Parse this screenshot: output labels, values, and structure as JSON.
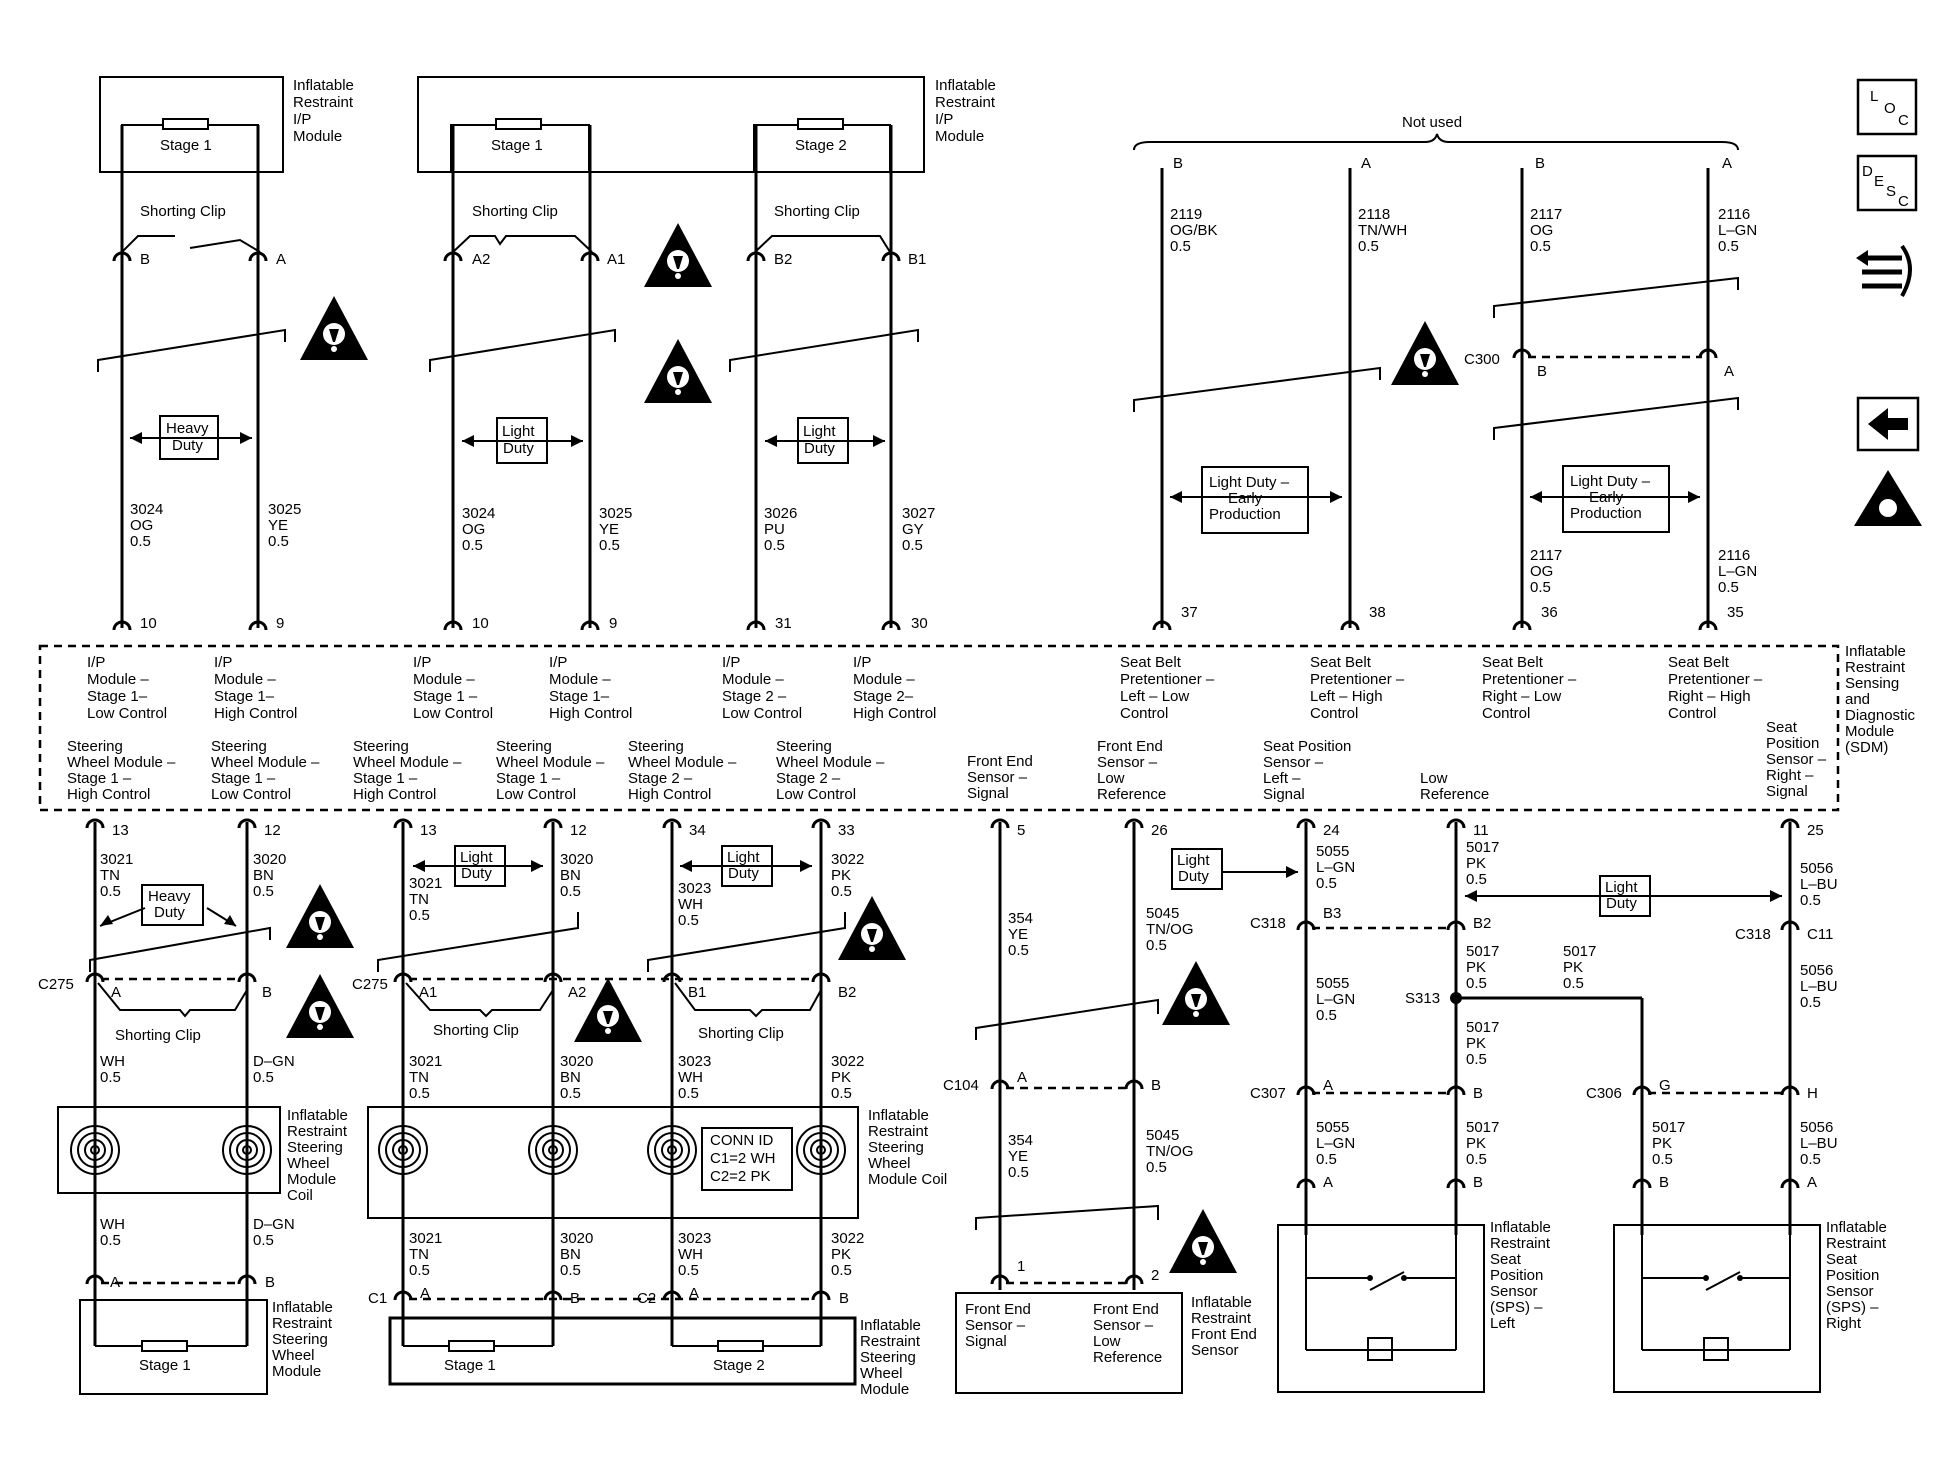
{
  "components": {
    "ip_module": "Inflatable\nRestraint\nI/P\nModule",
    "sdm": "Inflatable\nRestraint\nSensing\nand\nDiagnostic\nModule\n(SDM)",
    "coil": "Inflatable\nRestraint\nSteering\nWheel\nModule\nCoil",
    "coil2": "Inflatable\nRestraint\nSteering\nWheel\nModule Coil",
    "sw_module": "Inflatable\nRestraint\nSteering\nWheel\nModule",
    "front_sensor": "Inflatable\nRestraint\nFront End\nSensor",
    "sps_left": "Inflatable\nRestraint\nSeat\nPosition\nSensor\n(SPS) –\nLeft",
    "sps_right": "Inflatable\nRestraint\nSeat\nPosition\nSensor\n(SPS) –\nRight"
  },
  "labels": {
    "not_used": "Not used",
    "shorting_clip": "Shorting Clip",
    "stage1": "Stage 1",
    "stage2": "Stage 2",
    "heavy_duty": "Heavy\nDuty",
    "light_duty": "Light\nDuty",
    "light_duty_early": "Light Duty –\nEarly\nProduction",
    "conn_id": "CONN ID",
    "conn_c1": "C1=2 WH",
    "conn_c2": "C2=2 PK"
  },
  "sdm_top_pins": [
    {
      "pin": "10",
      "label": "I/P\nModule –\nStage 1–\nLow Control"
    },
    {
      "pin": "9",
      "label": "I/P\nModule –\nStage 1–\nHigh Control"
    },
    {
      "pin": "10",
      "label": "I/P\nModule –\nStage 1 –\nLow Control"
    },
    {
      "pin": "9",
      "label": "I/P\nModule –\nStage 1–\nHigh Control"
    },
    {
      "pin": "31",
      "label": "I/P\nModule –\nStage 2 –\nLow Control"
    },
    {
      "pin": "30",
      "label": "I/P\nModule –\nStage 2–\nHigh Control"
    },
    {
      "pin": "37",
      "label": "Seat Belt\nPretentioner –\nLeft – Low\nControl"
    },
    {
      "pin": "38",
      "label": "Seat Belt\nPretentioner –\nLeft – High\nControl"
    },
    {
      "pin": "36",
      "label": "Seat Belt\nPretentioner –\nRight – Low\nControl"
    },
    {
      "pin": "35",
      "label": "Seat Belt\nPretentioner –\nRight – High\nControl"
    }
  ],
  "sdm_bottom_pins": [
    {
      "pin": "13",
      "label": "Steering\nWheel Module –\nStage 1 –\nHigh Control"
    },
    {
      "pin": "12",
      "label": "Steering\nWheel Module –\nStage 1 –\nLow Control"
    },
    {
      "pin": "13",
      "label": "Steering\nWheel Module –\nStage 1 –\nHigh Control"
    },
    {
      "pin": "12",
      "label": "Steering\nWheel Module –\nStage 1 –\nLow Control"
    },
    {
      "pin": "34",
      "label": "Steering\nWheel Module –\nStage 2 –\nHigh Control"
    },
    {
      "pin": "33",
      "label": "Steering\nWheel Module –\nStage 2 –\nLow Control"
    },
    {
      "pin": "5",
      "label": "Front End\nSensor –\nSignal"
    },
    {
      "pin": "26",
      "label": "Front End\nSensor –\nLow\nReference"
    },
    {
      "pin": "24",
      "label": "Seat Position\nSensor –\nLeft –\nSignal"
    },
    {
      "pin": "11",
      "label": "Low\nReference"
    },
    {
      "pin": "25",
      "label": "Seat\nPosition\nSensor –\nRight –\nSignal"
    }
  ],
  "wires_top": [
    "3024\nOG\n0.5",
    "3025\nYE\n0.5",
    "3024\nOG\n0.5",
    "3025\nYE\n0.5",
    "3026\nPU\n0.5",
    "3027\nGY\n0.5",
    "2119\nOG/BK\n0.5",
    "2118\nTN/WH\n0.5",
    "2117\nOG\n0.5",
    "2116\nL–GN\n0.5",
    "2117\nOG\n0.5",
    "2116\nL–GN\n0.5"
  ],
  "wires_bottom": [
    "3021\nTN\n0.5",
    "3020\nBN\n0.5",
    "3021\nTN\n0.5",
    "3020\nBN\n0.5",
    "3023\nWH\n0.5",
    "3022\nPK\n0.5",
    "WH\n0.5",
    "D–GN\n0.5",
    "3021\nTN\n0.5",
    "3020\nBN\n0.5",
    "3023\nWH\n0.5",
    "3022\nPK\n0.5",
    "WH\n0.5",
    "D–GN\n0.5",
    "3021\nTN\n0.5",
    "3020\nBN\n0.5",
    "3023\nWH\n0.5",
    "3022\nPK\n0.5",
    "354\nYE\n0.5",
    "5045\nTN/OG\n0.5",
    "354\nYE\n0.5",
    "5045\nTN/OG\n0.5",
    "5055\nL–GN\n0.5",
    "5017\nPK\n0.5",
    "5056\nL–BU\n0.5",
    "5055\nL–GN\n0.5",
    "5017\nPK\n0.5",
    "5017\nPK\n0.5",
    "5056\nL–BU\n0.5",
    "5017\nPK\n0.5",
    "5055\nL–GN\n0.5",
    "5017\nPK\n0.5",
    "5017\nPK\n0.5",
    "5056\nL–BU\n0.5"
  ],
  "connectors": {
    "c275": "C275",
    "c300": "C300",
    "c104": "C104",
    "c318": "C318",
    "c307": "C307",
    "c306": "C306",
    "s313": "S313",
    "c1": "C1",
    "c2": "C2"
  },
  "pins": {
    "A": "A",
    "B": "B",
    "A1": "A1",
    "A2": "A2",
    "B1": "B1",
    "B2": "B2",
    "B3": "B3",
    "C11": "C11",
    "G": "G",
    "H": "H",
    "one": "1",
    "two": "2"
  },
  "sidebar_icons": [
    "loc-icon",
    "desc-icon",
    "connector-tool-icon",
    "back-arrow-icon",
    "airbag-warning-icon"
  ],
  "sidebar_text": {
    "loc": "LOC",
    "desc": "DESC"
  }
}
